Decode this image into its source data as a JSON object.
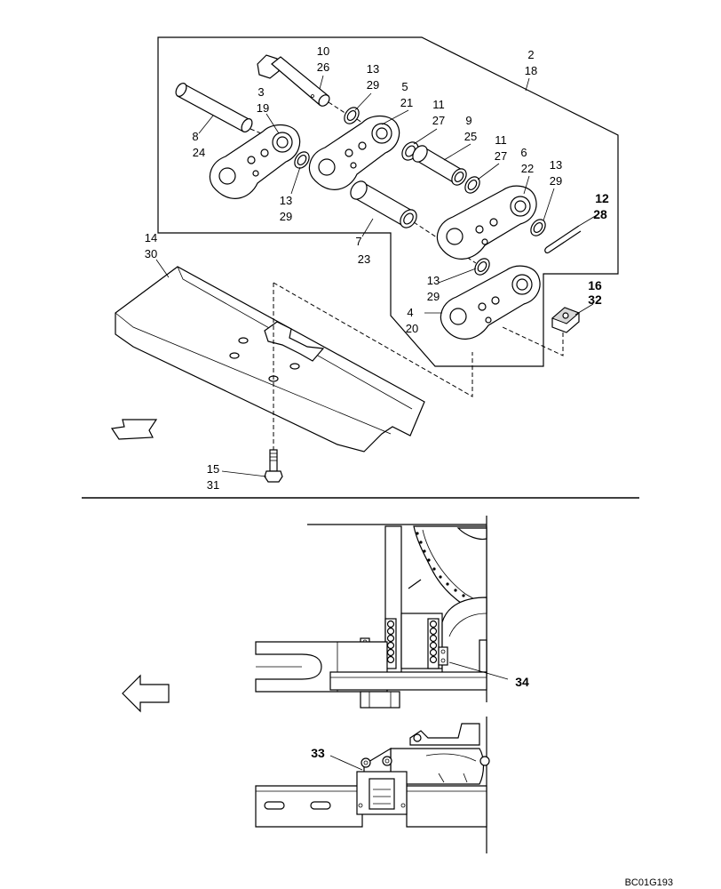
{
  "callouts": [
    {
      "id": "c-2",
      "top": "2",
      "bottom": "18"
    },
    {
      "id": "c-10",
      "top": "10",
      "bottom": "26"
    },
    {
      "id": "c-13a",
      "top": "13",
      "bottom": "29"
    },
    {
      "id": "c-3",
      "top": "3",
      "bottom": "19"
    },
    {
      "id": "c-5",
      "top": "5",
      "bottom": "21"
    },
    {
      "id": "c-11a",
      "top": "11",
      "bottom": "27"
    },
    {
      "id": "c-9",
      "top": "9",
      "bottom": "25"
    },
    {
      "id": "c-11b",
      "top": "11",
      "bottom": "27"
    },
    {
      "id": "c-6",
      "top": "6",
      "bottom": "22"
    },
    {
      "id": "c-13b",
      "top": "13",
      "bottom": "29"
    },
    {
      "id": "c-8",
      "top": "8",
      "bottom": "24"
    },
    {
      "id": "c-13c",
      "top": "13",
      "bottom": "29"
    },
    {
      "id": "c-12",
      "top": "12",
      "bottom": "28"
    },
    {
      "id": "c-7",
      "top": "7",
      "bottom": "23"
    },
    {
      "id": "c-14",
      "top": "14",
      "bottom": "30"
    },
    {
      "id": "c-13d",
      "top": "13",
      "bottom": "29"
    },
    {
      "id": "c-16",
      "top": "16",
      "bottom": "32"
    },
    {
      "id": "c-4",
      "top": "4",
      "bottom": "20"
    },
    {
      "id": "c-15",
      "top": "15",
      "bottom": "31"
    }
  ],
  "lower_callouts": {
    "c34": "34",
    "c33": "33"
  },
  "drawing_code": "BC01G193"
}
